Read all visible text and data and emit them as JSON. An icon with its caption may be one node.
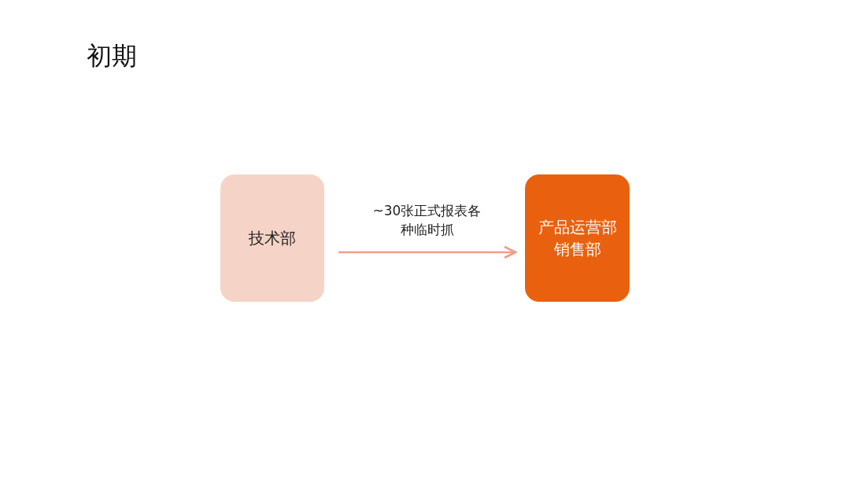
{
  "diagram": {
    "title": "初期",
    "nodes": [
      {
        "text": [
          "技术部"
        ]
      },
      {
        "text": [
          "产品运营部销售部"
        ]
      }
    ],
    "edges": [
      {
        "from": 0,
        "to": 1,
        "arrow": "to",
        "label": "~30张正式报表各种临时抓"
      }
    ]
  }
}
